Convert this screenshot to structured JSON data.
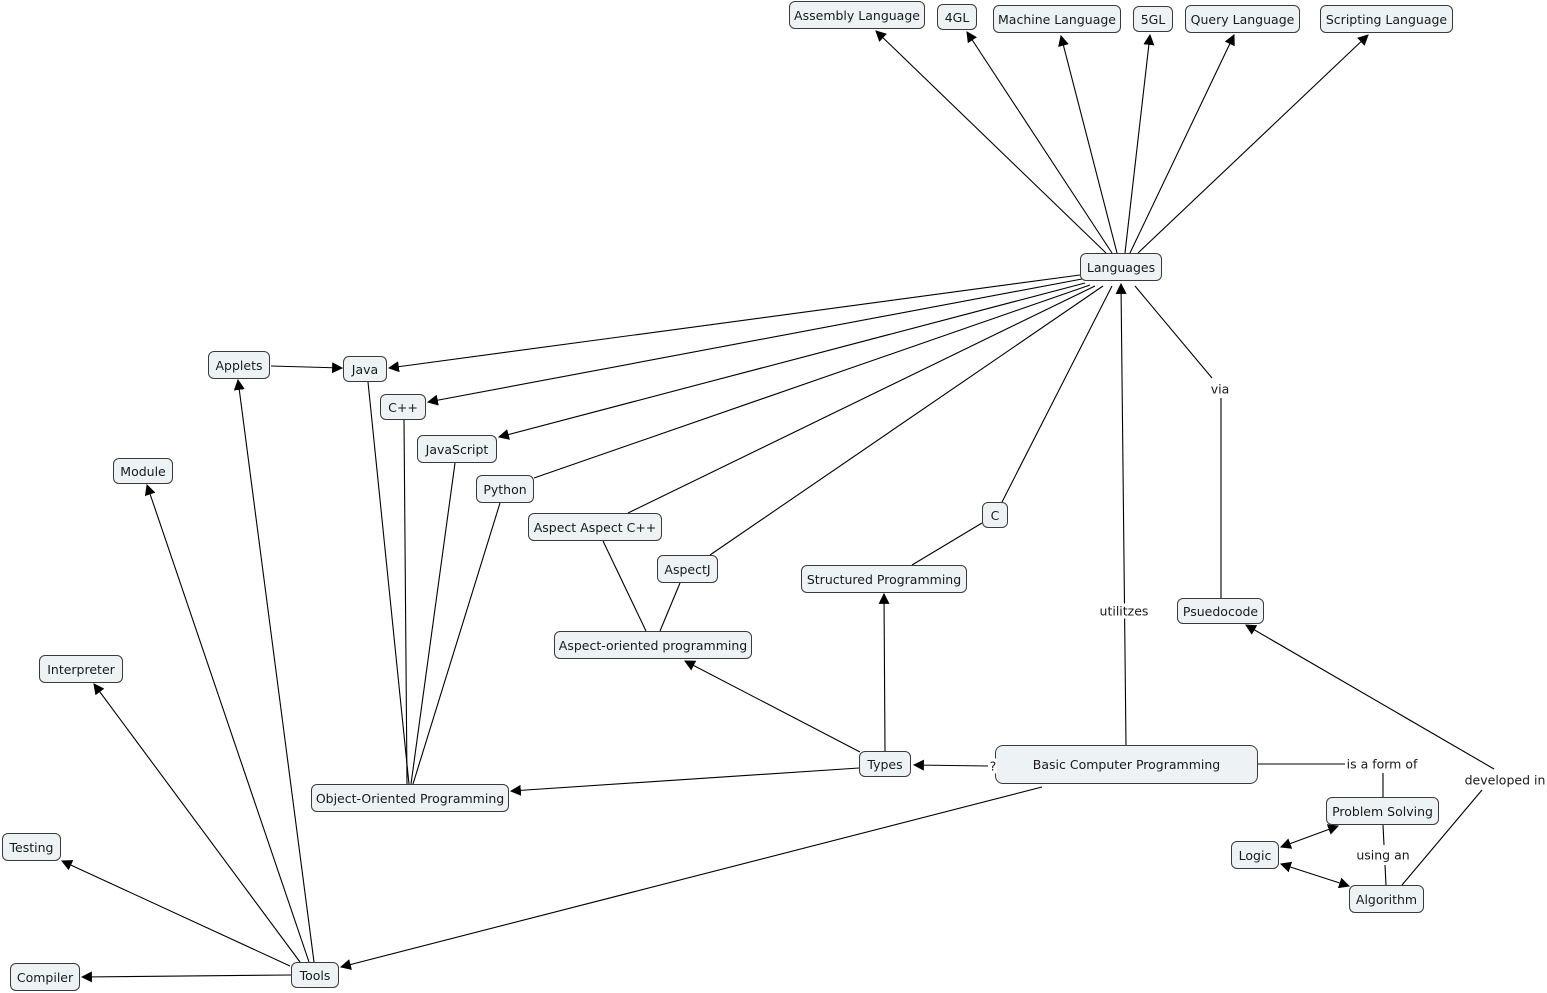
{
  "map_title": "Basic Computer Programming",
  "nodes": {
    "assembly": "Assembly Language",
    "fourgl": "4GL",
    "machine": "Machine Language",
    "fivegl": "5GL",
    "query": "Query Language",
    "scripting": "Scripting Language",
    "languages": "Languages",
    "applets": "Applets",
    "java": "Java",
    "cpp": "C++",
    "javascript": "JavaScript",
    "python": "Python",
    "module": "Module",
    "aspect_cpp": "Aspect Aspect C++",
    "aspectj": "AspectJ",
    "c": "C",
    "structured": "Structured Programming",
    "aop": "Aspect-oriented programming",
    "pseudocode": "Psuedocode",
    "interpreter": "Interpreter",
    "types": "Types",
    "basic": "Basic Computer Programming",
    "oop": "Object-Oriented Programming",
    "problem_solving": "Problem Solving",
    "logic": "Logic",
    "algorithm": "Algorithm",
    "testing": "Testing",
    "compiler": "Compiler",
    "tools": "Tools"
  },
  "linking_phrases": {
    "via": "via",
    "utilitzes": "utilitzes",
    "question": "?",
    "is_a_form_of": "is a form of",
    "developed_in": "developed in",
    "using_an": "using an"
  },
  "colors": {
    "node_fill": "#edf3f5",
    "node_border": "#3a3a3a",
    "line": "#000000"
  }
}
